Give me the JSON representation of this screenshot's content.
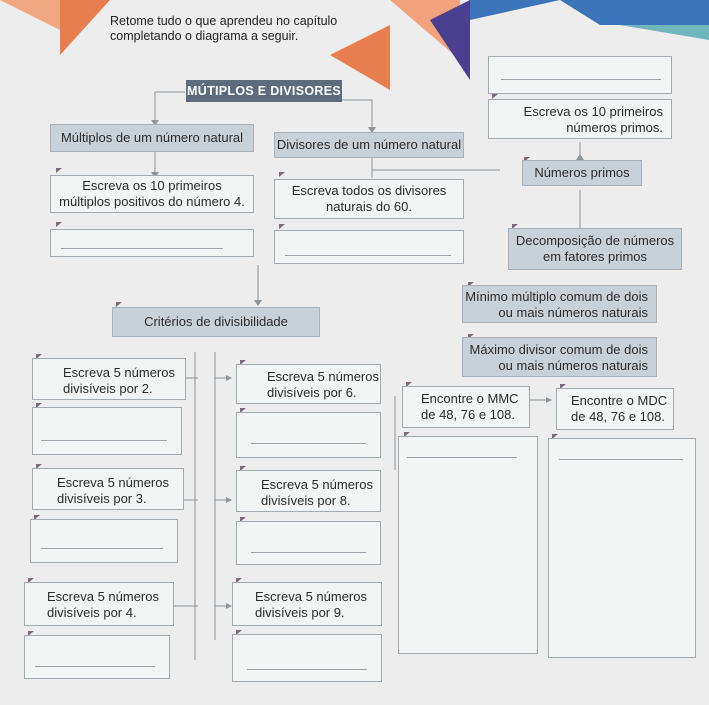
{
  "instructions": {
    "line1": "Retome tudo o que aprendeu no capítulo",
    "line2": "completando o diagrama a seguir."
  },
  "diagram": {
    "title": "MÚTIPLOS E DIVISORES",
    "multiplos": {
      "header": "Múltiplos de um número natural",
      "task": [
        "Escreva os 10 primeiros",
        "múltiplos positivos do número 4."
      ]
    },
    "divisores": {
      "header": "Divisores de um número natural",
      "task": [
        "Escreva todos os divisores",
        "naturais do 60."
      ]
    },
    "primos": {
      "task": [
        "Escreva os 10 primeiros",
        "números primos."
      ],
      "header": "Números primos",
      "decomp": [
        "Decomposição de números",
        "em fatores primos"
      ]
    },
    "mmc": {
      "header": [
        "Mínimo múltiplo comum de dois",
        "ou mais números naturais"
      ],
      "task": [
        "Encontre o MMC",
        "de 48, 76 e 108."
      ]
    },
    "mdc": {
      "header": [
        "Máximo divisor comum de dois",
        "ou mais números naturais"
      ],
      "task": [
        "Encontre o MDC",
        "de 48, 76 e 108."
      ]
    },
    "criterios": {
      "header": "Critérios de divisibilidade",
      "by2": [
        "Escreva 5 números",
        "divisíveis por 2."
      ],
      "by6": [
        "Escreva 5 números",
        "divisíveis por 6."
      ],
      "by3": [
        "Escreva 5 números",
        "divisíveis por 3."
      ],
      "by8": [
        "Escreva 5 números",
        "divisíveis por 8."
      ],
      "by4": [
        "Escreva 5 números",
        "divisíveis por 4."
      ],
      "by9": [
        "Escreva 5 números",
        "divisíveis por 9."
      ]
    }
  },
  "colors": {
    "title_bg": "#5d6b7b",
    "header_bg": "#c9d1d8",
    "orange": "#e87d4e",
    "purple": "#4b3f8f",
    "blue": "#3b74b8",
    "teal": "#6fb7bd"
  }
}
